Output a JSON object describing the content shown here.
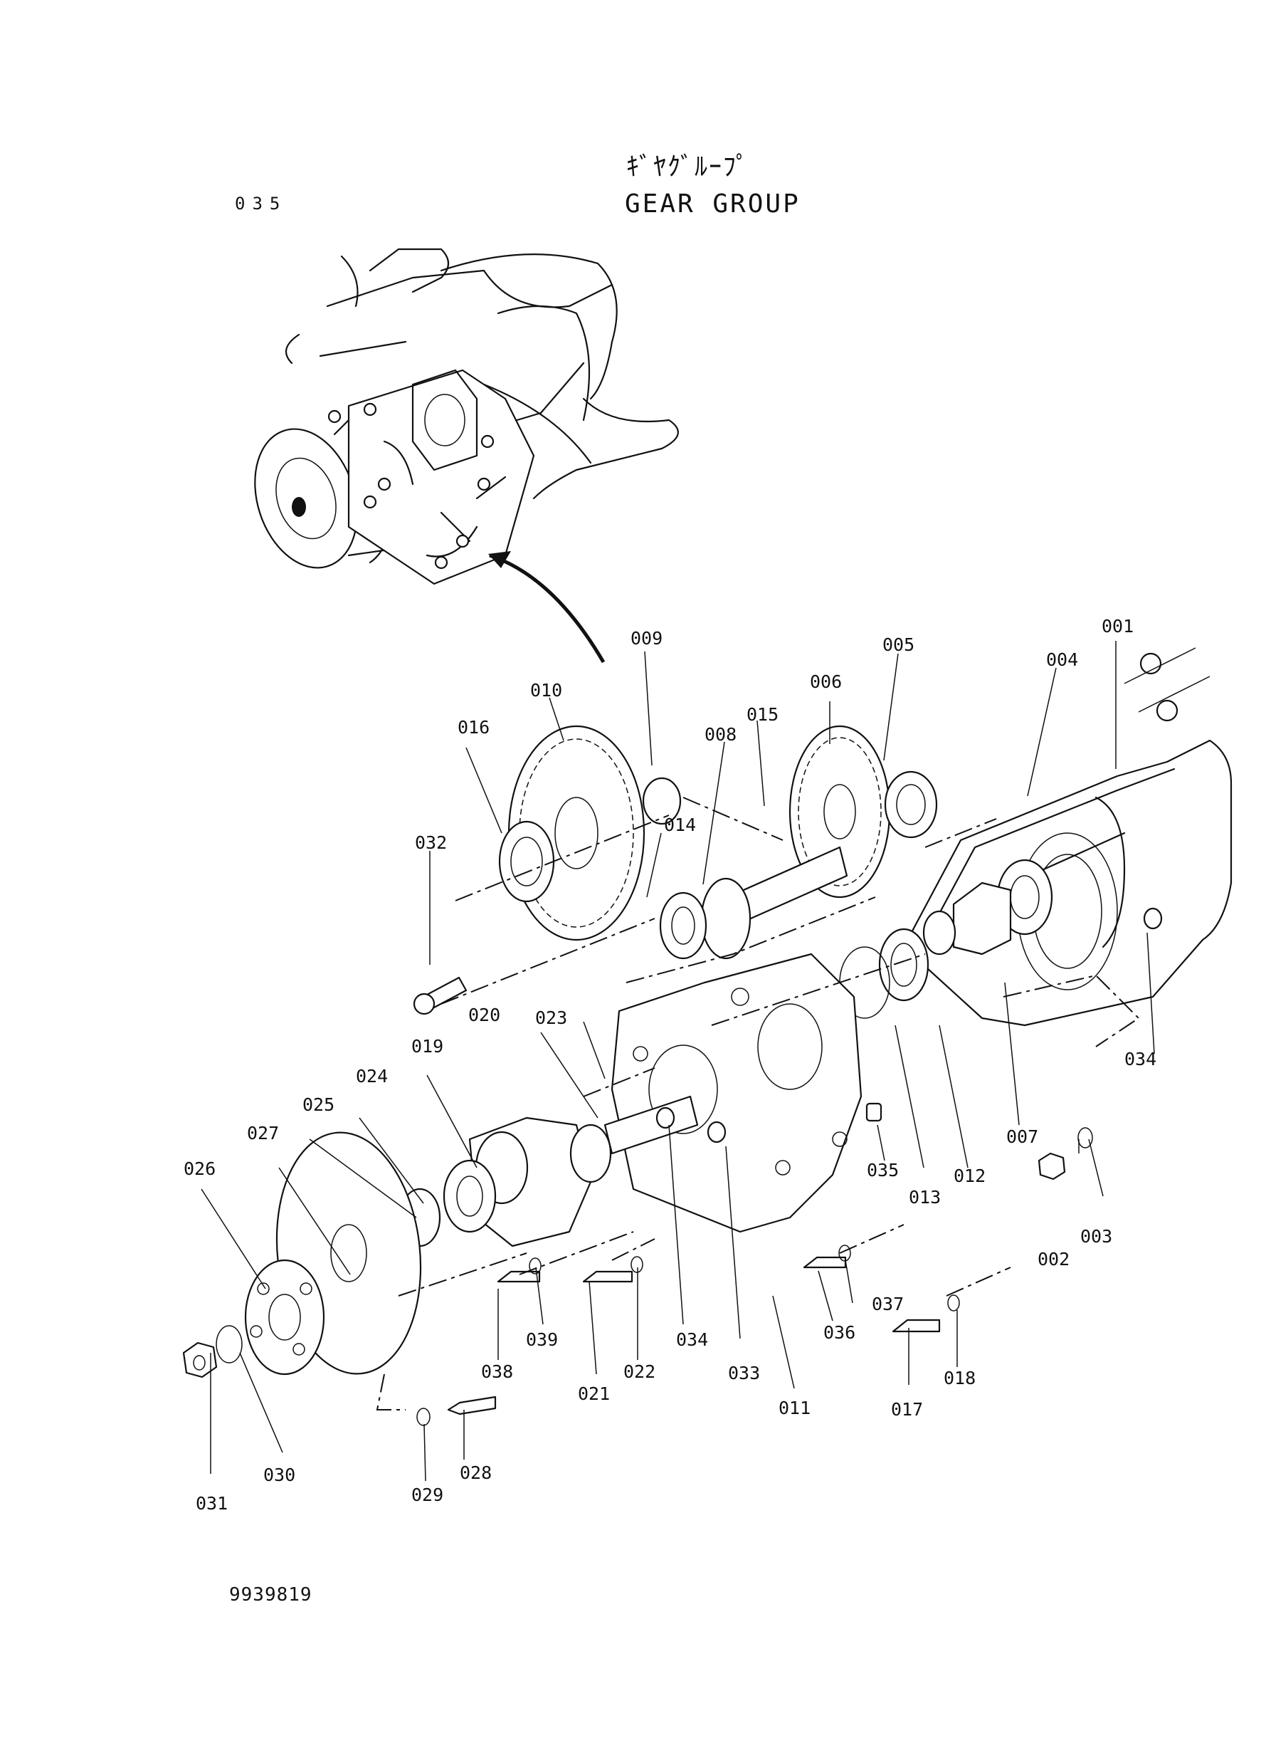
{
  "header": {
    "title_jp": "ｷﾞﾔｸﾞﾙｰﾌﾟ",
    "title_en": "GEAR GROUP",
    "group_number": "035"
  },
  "footer": {
    "doc_number": "9939819"
  },
  "callouts": {
    "p001": "001",
    "p002": "002",
    "p003": "003",
    "p004": "004",
    "p005": "005",
    "p006": "006",
    "p007": "007",
    "p008": "008",
    "p009": "009",
    "p010": "010",
    "p011": "011",
    "p012": "012",
    "p013": "013",
    "p014": "014",
    "p015": "015",
    "p016": "016",
    "p017": "017",
    "p018": "018",
    "p019": "019",
    "p020": "020",
    "p021": "021",
    "p022": "022",
    "p023": "023",
    "p024": "024",
    "p025": "025",
    "p026": "026",
    "p027": "027",
    "p028": "028",
    "p029": "029",
    "p030": "030",
    "p031": "031",
    "p032": "032",
    "p033": "033",
    "p034a": "034",
    "p034b": "034",
    "p035": "035",
    "p036": "036",
    "p037": "037",
    "p038": "038",
    "p039": "039"
  }
}
